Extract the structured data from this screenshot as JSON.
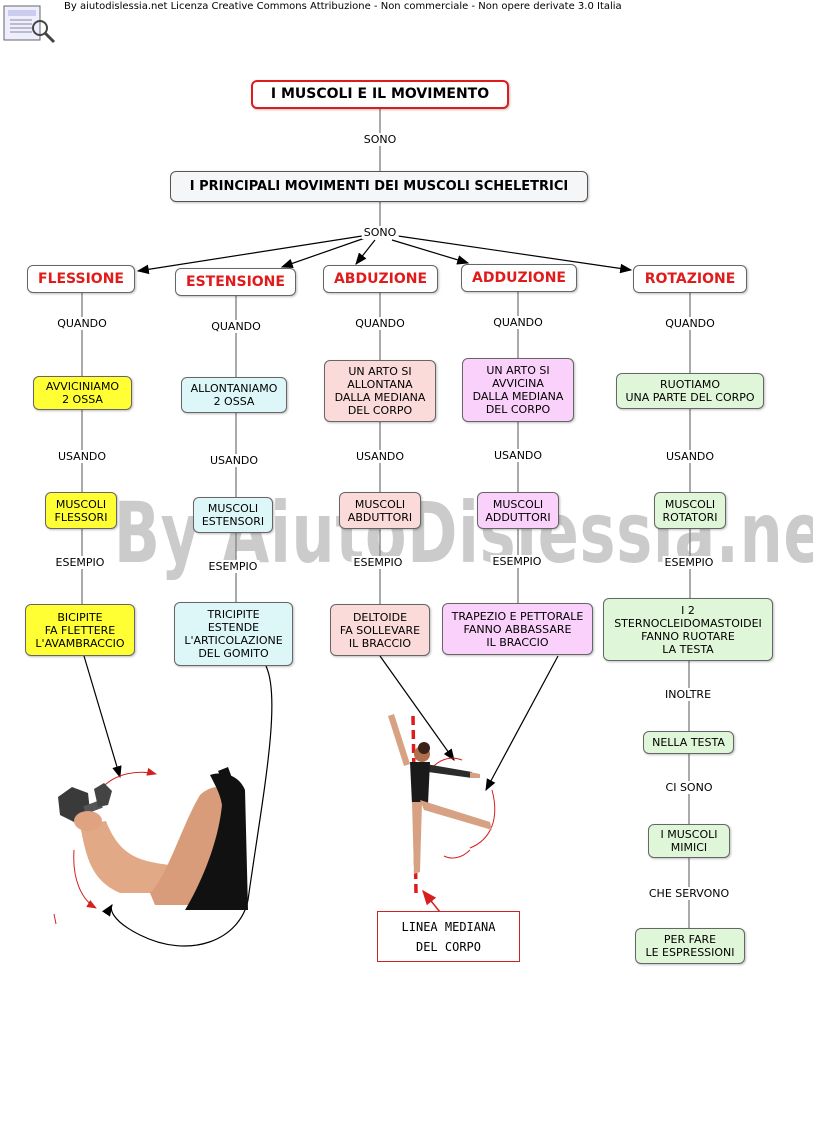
{
  "header": "By aiutodislessia.net Licenza Creative Commons Attribuzione - Non commerciale - Non opere derivate 3.0 Italia",
  "watermark": "By AiutoDislessia.net",
  "title": "I MUSCOLI E IL MOVIMENTO",
  "link_sono_1": "SONO",
  "subtitle": "I PRINCIPALI MOVIMENTI DEI MUSCOLI SCHELETRICI",
  "link_sono_2": "SONO",
  "columns": [
    {
      "category": "FLESSIONE",
      "quando": "QUANDO",
      "when": "AVVICINIAMO\n2 OSSA",
      "usando": "USANDO",
      "muscles": "MUSCOLI\nFLESSORI",
      "esempio": "ESEMPIO",
      "example": "BICIPITE\nFA FLETTERE\nL'AVAMBRACCIO"
    },
    {
      "category": "ESTENSIONE",
      "quando": "QUANDO",
      "when": "ALLONTANIAMO\n2 OSSA",
      "usando": "USANDO",
      "muscles": "MUSCOLI\nESTENSORI",
      "esempio": "ESEMPIO",
      "example": "TRICIPITE\nESTENDE\nL'ARTICOLAZIONE\nDEL GOMITO"
    },
    {
      "category": "ABDUZIONE",
      "quando": "QUANDO",
      "when": "UN ARTO SI\nALLONTANA\nDALLA MEDIANA\nDEL CORPO",
      "usando": "USANDO",
      "muscles": "MUSCOLI\nABDUTTORI",
      "esempio": "ESEMPIO",
      "example": "DELTOIDE\nFA SOLLEVARE\nIL BRACCIO"
    },
    {
      "category": "ADDUZIONE",
      "quando": "QUANDO",
      "when": "UN ARTO SI\nAVVICINA\nDALLA MEDIANA\nDEL CORPO",
      "usando": "USANDO",
      "muscles": "MUSCOLI\nADDUTTORI",
      "esempio": "ESEMPIO",
      "example": "TRAPEZIO E PETTORALE\nFANNO ABBASSARE\nIL BRACCIO"
    },
    {
      "category": "ROTAZIONE",
      "quando": "QUANDO",
      "when": "RUOTIAMO\nUNA PARTE DEL CORPO",
      "usando": "USANDO",
      "muscles": "MUSCOLI\nROTATORI",
      "esempio": "ESEMPIO",
      "example": "I 2\nSTERNOCLEIDOMASTOIDEI\nFANNO RUOTARE\nLA TESTA"
    }
  ],
  "rotation_chain": {
    "link_inoltre": "INOLTRE",
    "nella_testa": "NELLA TESTA",
    "link_ci_sono": "CI SONO",
    "muscoli_mimici": "I MUSCOLI\nMIMICI",
    "link_che_servono": "CHE SERVONO",
    "espressioni": "PER FARE\nLE ESPRESSIONI"
  },
  "linea_mediana": "LINEA MEDIANA\nDEL CORPO",
  "colors": {
    "title_border": "#e01b1b",
    "category_text": "#e01b1b",
    "flessione": "#ffff33",
    "estensione": "#ddf7f8",
    "abduzione": "#fbdada",
    "adduzione": "#fad1fb",
    "rotazione": "#dff7d8"
  }
}
